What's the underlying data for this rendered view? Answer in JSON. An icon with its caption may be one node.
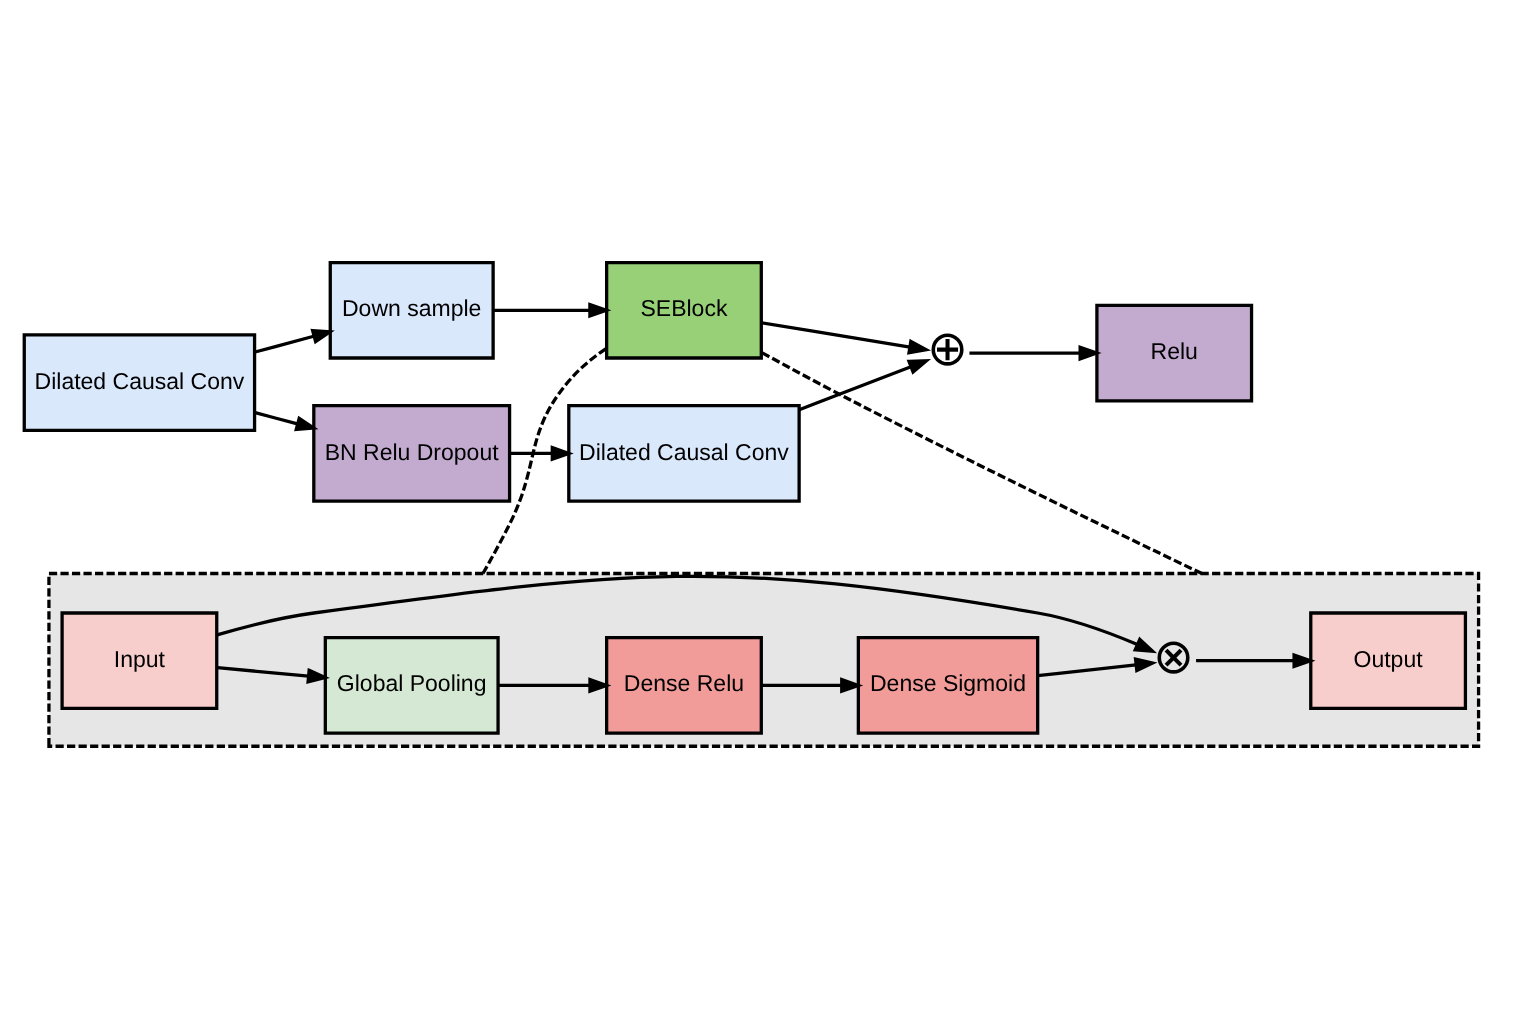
{
  "diagram": {
    "nodes": [
      {
        "text": [],
        "shape": "box"
      },
      {
        "text": [
          "Global Pooling"
        ],
        "in": 0
      },
      {
        "text": [
          "Dense Relu"
        ],
        "in": 0
      },
      {
        "text": [
          "Dense Sigmoid"
        ],
        "in": 0
      },
      {
        "text": [
          "Input"
        ],
        "in": 0
      },
      {
        "text": [
          "⊗"
        ],
        "in": 0
      },
      {
        "text": [
          "Output"
        ],
        "in": 0
      },
      {
        "text": [
          "Down sample"
        ]
      },
      {
        "text": [
          "SEBlock"
        ]
      },
      {
        "text": [
          "Dilated Causal Conv"
        ]
      },
      {
        "text": [
          "BN Relu Dropout"
        ]
      },
      {
        "text": [
          "Dilated Causal Conv"
        ]
      },
      {
        "text": [
          "⊕"
        ]
      },
      {
        "text": [
          "Relu"
        ]
      }
    ],
    "edges": [
      {
        "from": 4,
        "to": 1,
        "arrow": "to"
      },
      {
        "from": 1,
        "to": 2,
        "arrow": "to"
      },
      {
        "from": 2,
        "to": 3,
        "arrow": "to"
      },
      {
        "from": 3,
        "to": 5,
        "arrow": "to"
      },
      {
        "from": 4,
        "to": 5,
        "arrow": "to"
      },
      {
        "from": 5,
        "to": 6,
        "arrow": "to"
      },
      {
        "from": 0,
        "to": 8,
        "arrow": "none",
        "style": "dashed"
      },
      {
        "from": 0,
        "to": 8,
        "arrow": "none",
        "style": "dashed"
      },
      {
        "from": 9,
        "to": 7,
        "arrow": "to"
      },
      {
        "from": 7,
        "to": 8,
        "arrow": "to"
      },
      {
        "from": 9,
        "to": 10,
        "arrow": "to"
      },
      {
        "from": 10,
        "to": 11,
        "arrow": "to"
      },
      {
        "from": 11,
        "to": 12,
        "arrow": "to"
      },
      {
        "from": 8,
        "to": 12,
        "arrow": "to"
      },
      {
        "from": 12,
        "to": 13,
        "arrow": "to"
      }
    ]
  }
}
